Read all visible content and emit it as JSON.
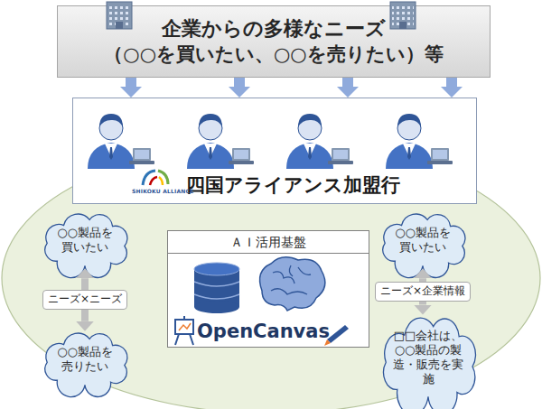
{
  "diagram": {
    "nodes": [
      {
        "text": [
          "企業からの多様なニーズ",
          "（○○を買いたい、○○を売りたい）等"
        ]
      },
      {
        "text": [
          "四国アライアンス加盟行"
        ]
      },
      {
        "text": [
          "○○製品を買いたい"
        ]
      },
      {
        "text": [
          "ＡＩ活用基盤",
          "OpenCanvas"
        ]
      },
      {
        "text": [
          "○○製品を買いたい"
        ]
      },
      {
        "text": [
          "○○製品を売りたい"
        ]
      },
      {
        "text": [
          "□□会社は、○○製品の製造・販売を実施"
        ]
      }
    ],
    "edges": [
      {
        "from": 0,
        "to": 1,
        "arrow": "to"
      },
      {
        "from": 0,
        "to": 1,
        "arrow": "to"
      },
      {
        "from": 0,
        "to": 1,
        "arrow": "to"
      },
      {
        "from": 0,
        "to": 1,
        "arrow": "to"
      },
      {
        "from": 2,
        "to": 5,
        "label": "ニーズ×ニーズ",
        "arrow": "both"
      },
      {
        "from": 4,
        "to": 6,
        "label": "ニーズ×企業情報",
        "arrow": "both"
      }
    ],
    "labels": [
      "SHIKOKU ALLIANCE"
    ]
  }
}
